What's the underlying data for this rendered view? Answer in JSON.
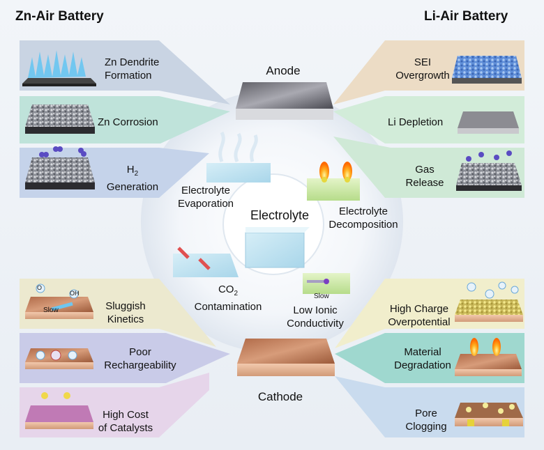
{
  "headers": {
    "zn_air": "Zn-Air Battery",
    "li_air": "Li-Air Battery"
  },
  "center": {
    "anode": "Anode",
    "electrolyte": "Electrolyte",
    "cathode": "Cathode"
  },
  "electrolyte_issues": {
    "evaporation_1": "Electrolyte",
    "evaporation_2": "Evaporation",
    "decomposition_1": "Electrolyte",
    "decomposition_2": "Decomposition",
    "co2_base": "CO",
    "co2_sub": "2",
    "co2_2": "Contamination",
    "ionic_1": "Low Ionic",
    "ionic_2": "Conductivity"
  },
  "zn_anode_issues": {
    "dendrite_1": "Zn Dendrite",
    "dendrite_2": "Formation",
    "corrosion": "Zn Corrosion",
    "h2_base": "H",
    "h2_sub": "2",
    "h2_2": "Generation"
  },
  "zn_cathode_issues": {
    "kinetics_1": "Sluggish",
    "kinetics_2": "Kinetics",
    "recharge_1": "Poor",
    "recharge_2": "Rechargeability",
    "cost_1": "High Cost",
    "cost_2": "of Catalysts"
  },
  "li_anode_issues": {
    "sei_1": "SEI",
    "sei_2": "Overgrowth",
    "depletion": "Li Depletion",
    "gas_1": "Gas",
    "gas_2": "Release"
  },
  "li_cathode_issues": {
    "overpot_1": "High Charge",
    "overpot_2": "Overpotential",
    "degradation_1": "Material",
    "degradation_2": "Degradation",
    "pore_1": "Pore",
    "pore_2": "Clogging"
  },
  "small_labels": {
    "slow_kinetics": "Slow",
    "slow_ionic": "Slow",
    "o2": "O",
    "oh": "OH"
  },
  "colors": {
    "band_1": "#c9d4e3",
    "band_2": "#bfe3da",
    "band_3": "#c5d3ea",
    "band_4": "#ece9cf",
    "band_5": "#c9cbe8",
    "band_6": "#e6d5ea",
    "li_band_1": "#ecdcc5",
    "li_band_2": "#d2ecd9",
    "li_band_3": "#cfe9d6",
    "li_band_4": "#f1eecc",
    "li_band_5": "#9fd8cf",
    "li_band_6": "#c9dbee"
  }
}
